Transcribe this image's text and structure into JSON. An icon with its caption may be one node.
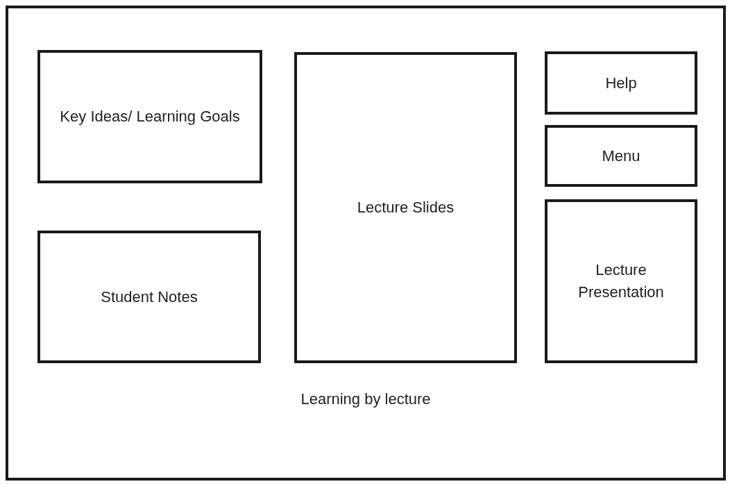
{
  "diagram": {
    "nodes": [
      {
        "text": [
          "Learning by lecture"
        ]
      },
      {
        "text": [
          "Key Ideas/ Learning Goals"
        ],
        "in": 0
      },
      {
        "text": [
          "Lecture Slides"
        ],
        "in": 0
      },
      {
        "text": [
          "Help"
        ],
        "in": 0
      },
      {
        "text": [
          "Menu"
        ],
        "in": 0
      },
      {
        "text": [
          "Student Notes"
        ],
        "in": 0
      },
      {
        "text": [
          "Lecture Presentation"
        ],
        "in": 0
      }
    ],
    "edges": []
  }
}
